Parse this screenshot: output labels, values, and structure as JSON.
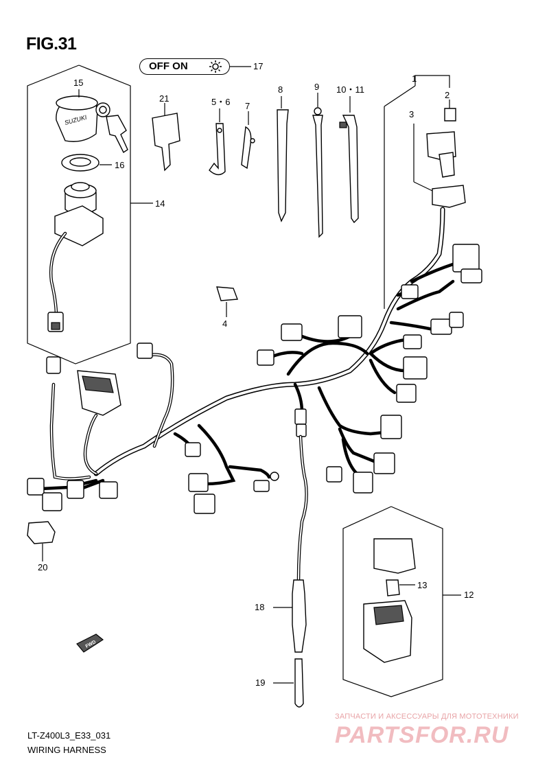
{
  "figure": {
    "title": "FIG.31"
  },
  "switch_label": {
    "off_on": "OFF ON",
    "icon": "light-sun-icon"
  },
  "callouts": {
    "c1": "1",
    "c2": "2",
    "c3": "3",
    "c4": "4",
    "c5_6": "5・6",
    "c7": "7",
    "c8": "8",
    "c9": "9",
    "c10_11": "10・11",
    "c12": "12",
    "c13": "13",
    "c14": "14",
    "c15": "15",
    "c16": "16",
    "c17": "17",
    "c18": "18",
    "c19": "19",
    "c20": "20",
    "c21": "21"
  },
  "fwd_arrow": {
    "label": "FWD"
  },
  "footer": {
    "model_code": "LT-Z400L3_E33_031",
    "section_name": "WIRING HARNESS"
  },
  "watermark": {
    "tagline": "ЗАПЧАСТИ И АКСЕССУАРЫ ДЛЯ МОТОТЕХНИКИ",
    "brand": "PARTSFOR.RU"
  },
  "key_brand": "SUZUKI"
}
